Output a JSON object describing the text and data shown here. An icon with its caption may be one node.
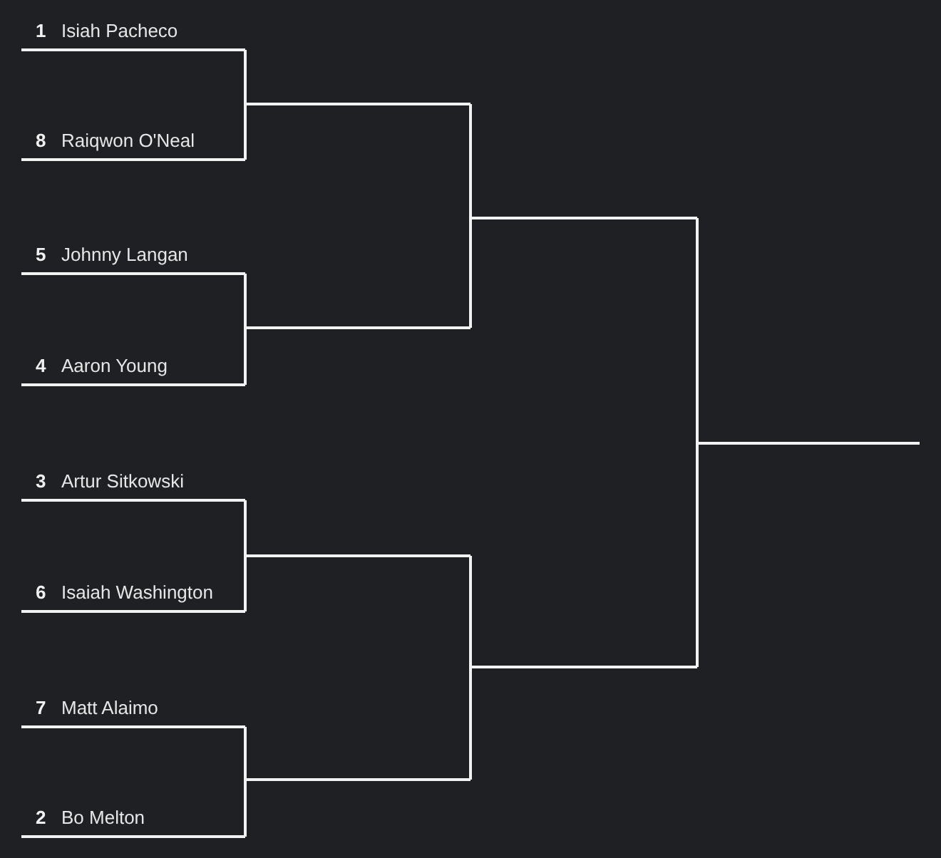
{
  "diagram": {
    "nodes": [
      {
        "text": [
          "1",
          "Isiah Pacheco"
        ]
      },
      {
        "text": [
          "8",
          "Raiqwon O'Neal"
        ]
      },
      {
        "text": [
          "5",
          "Johnny Langan"
        ]
      },
      {
        "text": [
          "4",
          "Aaron Young"
        ]
      },
      {
        "text": [
          "3",
          "Artur Sitkowski"
        ]
      },
      {
        "text": [
          "6",
          "Isaiah Washington"
        ]
      },
      {
        "text": [
          "7",
          "Matt Alaimo"
        ]
      },
      {
        "text": [
          "2",
          "Bo Melton"
        ]
      },
      {
        "text": [],
        "shape": "bar"
      },
      {
        "text": [],
        "shape": "bar"
      },
      {
        "text": [],
        "shape": "bar"
      },
      {
        "text": [],
        "shape": "bar"
      },
      {
        "text": [],
        "shape": "bar"
      },
      {
        "text": [],
        "shape": "bar"
      },
      {
        "text": [],
        "shape": "bar"
      }
    ],
    "edges": [
      {
        "from": 0,
        "to": 8,
        "arrow": "none"
      },
      {
        "from": 1,
        "to": 8,
        "arrow": "none"
      },
      {
        "from": 2,
        "to": 9,
        "arrow": "none"
      },
      {
        "from": 3,
        "to": 9,
        "arrow": "none"
      },
      {
        "from": 4,
        "to": 10,
        "arrow": "none"
      },
      {
        "from": 5,
        "to": 10,
        "arrow": "none"
      },
      {
        "from": 6,
        "to": 11,
        "arrow": "none"
      },
      {
        "from": 7,
        "to": 11,
        "arrow": "none"
      },
      {
        "from": 8,
        "to": 12,
        "arrow": "none"
      },
      {
        "from": 9,
        "to": 12,
        "arrow": "none"
      },
      {
        "from": 10,
        "to": 13,
        "arrow": "none"
      },
      {
        "from": 11,
        "to": 13,
        "arrow": "none"
      },
      {
        "from": 12,
        "to": 14,
        "arrow": "none"
      },
      {
        "from": 13,
        "to": 14,
        "arrow": "none"
      }
    ]
  }
}
